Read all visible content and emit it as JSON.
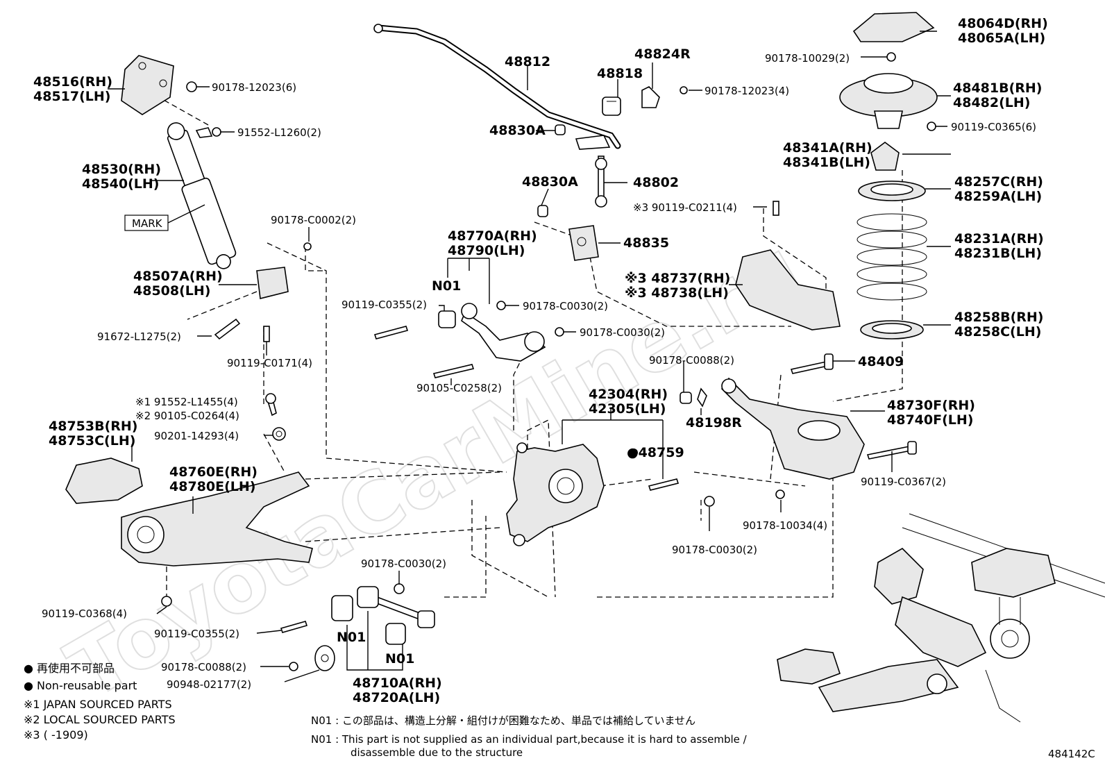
{
  "watermark": "ToyotaCarMine.ru",
  "diagram_id": "484142C",
  "parts": {
    "p48516": [
      "48516(RH)",
      "48517(LH)"
    ],
    "b90178_12023_6": "90178-12023(6)",
    "b91552_L1260": "91552-L1260(2)",
    "p48530": [
      "48530(RH)",
      "48540(LH)"
    ],
    "mark": "MARK",
    "b90178_C0002": "90178-C0002(2)",
    "p48507": [
      "48507A(RH)",
      "48508(LH)"
    ],
    "b91672": "91672-L1275(2)",
    "b90119_C0171": "90119-C0171(4)",
    "p48812": "48812",
    "p48818": "48818",
    "p48824R": "48824R",
    "b90178_12023_4": "90178-12023(4)",
    "p48830A_1": "48830A",
    "p48830A_2": "48830A",
    "p48802": "48802",
    "b90119_C0211": "※3 90119-C0211(4)",
    "p48835": "48835",
    "p48770": [
      "48770A(RH)",
      "48790(LH)"
    ],
    "n01_a": "N01",
    "b90119_C0355_a": "90119-C0355(2)",
    "b90178_C0030_a": "90178-C0030(2)",
    "b90178_C0030_b": "90178-C0030(2)",
    "b90105_C0258": "90105-C0258(2)",
    "p48737": [
      "※3 48737(RH)",
      "※3 48738(LH)"
    ],
    "p48064": [
      "48064D(RH)",
      "48065A(LH)"
    ],
    "b90178_10029": "90178-10029(2)",
    "p48481": [
      "48481B(RH)",
      "48482(LH)"
    ],
    "b90119_C0365": "90119-C0365(6)",
    "p48341": [
      "48341A(RH)",
      "48341B(LH)"
    ],
    "p48257": [
      "48257C(RH)",
      "48259A(LH)"
    ],
    "p48231": [
      "48231A(RH)",
      "48231B(LH)"
    ],
    "p48258": [
      "48258B(RH)",
      "48258C(LH)"
    ],
    "p48409": "48409",
    "b90178_C0088_a": "90178-C0088(2)",
    "p48198R": "48198R",
    "p48730": [
      "48730F(RH)",
      "48740F(LH)"
    ],
    "b90119_C0367": "90119-C0367(2)",
    "b90178_10034": "90178-10034(4)",
    "b90178_C0030_c": "90178-C0030(2)",
    "p42304": [
      "42304(RH)",
      "42305(LH)"
    ],
    "p48759": "●48759",
    "b91552_L1455": "※1 91552-L1455(4)",
    "b90105_C0264": "※2 90105-C0264(4)",
    "b90201": "90201-14293(4)",
    "p48753": [
      "48753B(RH)",
      "48753C(LH)"
    ],
    "p48760": [
      "48760E(RH)",
      "48780E(LH)"
    ],
    "b90119_C0368": "90119-C0368(4)",
    "b90119_C0355_b": "90119-C0355(2)",
    "b90178_C0088_b": "90178-C0088(2)",
    "b90948": "90948-02177(2)",
    "b90178_C0030_d": "90178-C0030(2)",
    "n01_b": "N01",
    "n01_c": "N01",
    "p48710": [
      "48710A(RH)",
      "48720A(LH)"
    ]
  },
  "legend": {
    "nonreusable_jp": "● 再使用不可部品",
    "nonreusable_en": "● Non-reusable part",
    "note1": "※1 JAPAN SOURCED PARTS",
    "note2": "※2 LOCAL SOURCED PARTS",
    "note3": "※3 (      -1909)"
  },
  "footnotes": {
    "n01_jp": "N01 :  この部品は、構造上分解・組付けが困難なため、単品では補給していません",
    "n01_en_1": "N01 :  This part is not supplied as an individual part,because it is hard to assemble /",
    "n01_en_2": "disassemble due to the structure"
  }
}
